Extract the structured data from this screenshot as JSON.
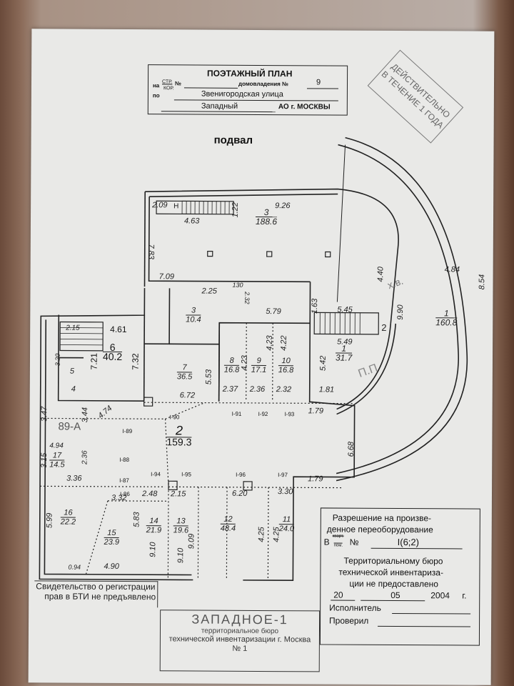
{
  "header": {
    "title": "ПОЭТАЖНЫЙ ПЛАН",
    "prefix_na": "на",
    "str_label": "СТР.",
    "kor_label": "КОР.",
    "no_label": "№",
    "domovladenie_label": "домовладения №",
    "domovladenie_no": "9",
    "po_label": "по",
    "street": "Звенигородская улица",
    "district": "Западный",
    "ao_label": "АО г. МОСКВЫ"
  },
  "validity_stamp": {
    "line1": "ДЕЙСТВИТЕЛЬНО",
    "line2": "В ТЕЧЕНИЕ 1 ГОДА"
  },
  "floor_label": "подвал",
  "rooms": [
    {
      "no": "1",
      "area": "160.8"
    },
    {
      "no": "1",
      "area": "31.7"
    },
    {
      "no": "2",
      "area": "159.3"
    },
    {
      "no": "2",
      "area": ""
    },
    {
      "no": "3",
      "area": "188.6"
    },
    {
      "no": "3",
      "area": "10.4"
    },
    {
      "no": "4",
      "area": ""
    },
    {
      "no": "5",
      "area": ""
    },
    {
      "no": "6",
      "area": "40.2"
    },
    {
      "no": "7",
      "area": "36.5"
    },
    {
      "no": "8",
      "area": "16.8"
    },
    {
      "no": "9",
      "area": "17.1"
    },
    {
      "no": "10",
      "area": "16.8"
    },
    {
      "no": "11",
      "area": "24.0"
    },
    {
      "no": "12",
      "area": "48.4"
    },
    {
      "no": "13",
      "area": "19.6"
    },
    {
      "no": "14",
      "area": "21.9"
    },
    {
      "no": "15",
      "area": "23.9"
    },
    {
      "no": "16",
      "area": "22.2"
    },
    {
      "no": "17",
      "area": "14.5"
    },
    {
      "no": "Н",
      "area": ""
    }
  ],
  "dimensions": {
    "d_2_09": "2.09",
    "d_4_63": "4.63",
    "d_1_22": "1.22",
    "d_9_26": "9.26",
    "d_7_83": "7.83",
    "d_7_09": "7.09",
    "d_2_25": "2.25",
    "d_1_30": "130",
    "d_2_32a": "2.32",
    "d_5_79": "5.79",
    "d_1_63": "1.63",
    "d_5_45": "5.45",
    "d_5_49": "5.49",
    "d_4_40": "4.40",
    "d_4_84": "4.84",
    "d_9_90": "9.90",
    "d_8_54": "8.54",
    "d_5_42": "5.42",
    "d_1_81": "1.81",
    "d_2_15": "2.15",
    "d_4_61": "4.61",
    "d_3_20": "3.20",
    "d_7_21": "7.21",
    "d_7_32": "7.32",
    "d_5_53": "5.53",
    "d_6_72": "6.72",
    "d_4_23a": "4.23",
    "d_4_23b": "4.23",
    "d_4_22": "4.22",
    "d_2_37": "2.37",
    "d_2_36": "2.36",
    "d_2_32b": "2.32",
    "d_1_79a": "1.79",
    "d_6_68": "6.68",
    "d_1_79b": "1.79",
    "d_3_47": "3.47",
    "d_3_44": "3.44",
    "d_4_74": "4.74",
    "d_3_15": "3.15",
    "d_4_94": "4.94",
    "d_2_36b": "2.36",
    "d_3_36": "3.36",
    "d_3_32": "3.32",
    "d_2_48": "2.48",
    "d_2_15b": "2.15",
    "d_6_20": "6.20",
    "d_3_30": "3.30",
    "d_5_99": "5.99",
    "d_5_83": "5.83",
    "d_9_10a": "9.10",
    "d_9_10b": "9.10",
    "d_9_09": "9.09",
    "d_4_25a": "4.25",
    "d_4_25b": "4.25",
    "d_0_94": "0.94",
    "d_4_90": "4.90"
  },
  "axis_labels": [
    "I-89",
    "I-90",
    "I-91",
    "I-92",
    "I-93",
    "I-88",
    "I-87",
    "I-86",
    "I-94",
    "I-95",
    "I-96",
    "I-97"
  ],
  "annotations": {
    "room_89a": "89-А",
    "xv": "х.в.",
    "pp": "П.П"
  },
  "registration_stamp": {
    "line1": "Свидетельство о регистрации",
    "line2": "прав в БТИ не предъявлено"
  },
  "bti_stamp": {
    "title": "ЗАПАДНОЕ-1",
    "line1": "территориальное бюро",
    "line2": "технической инвентаризации г. Москва",
    "line3": "№ 1"
  },
  "permit": {
    "title_line1": "Разрешение на произве-",
    "title_line2": "денное переоборудование",
    "v_label": "В",
    "kvart": "кварт.",
    "pom": "пом.",
    "no_label": "№",
    "no_value": "I(6;2)",
    "text_line1": "Территориальному бюро",
    "text_line2": "технической инвентариза-",
    "text_line3": "ции не предоставлено",
    "day": "20",
    "month": "05",
    "year": "2004",
    "year_suffix": "г.",
    "executor_label": "Исполнитель",
    "checker_label": "Проверил"
  }
}
